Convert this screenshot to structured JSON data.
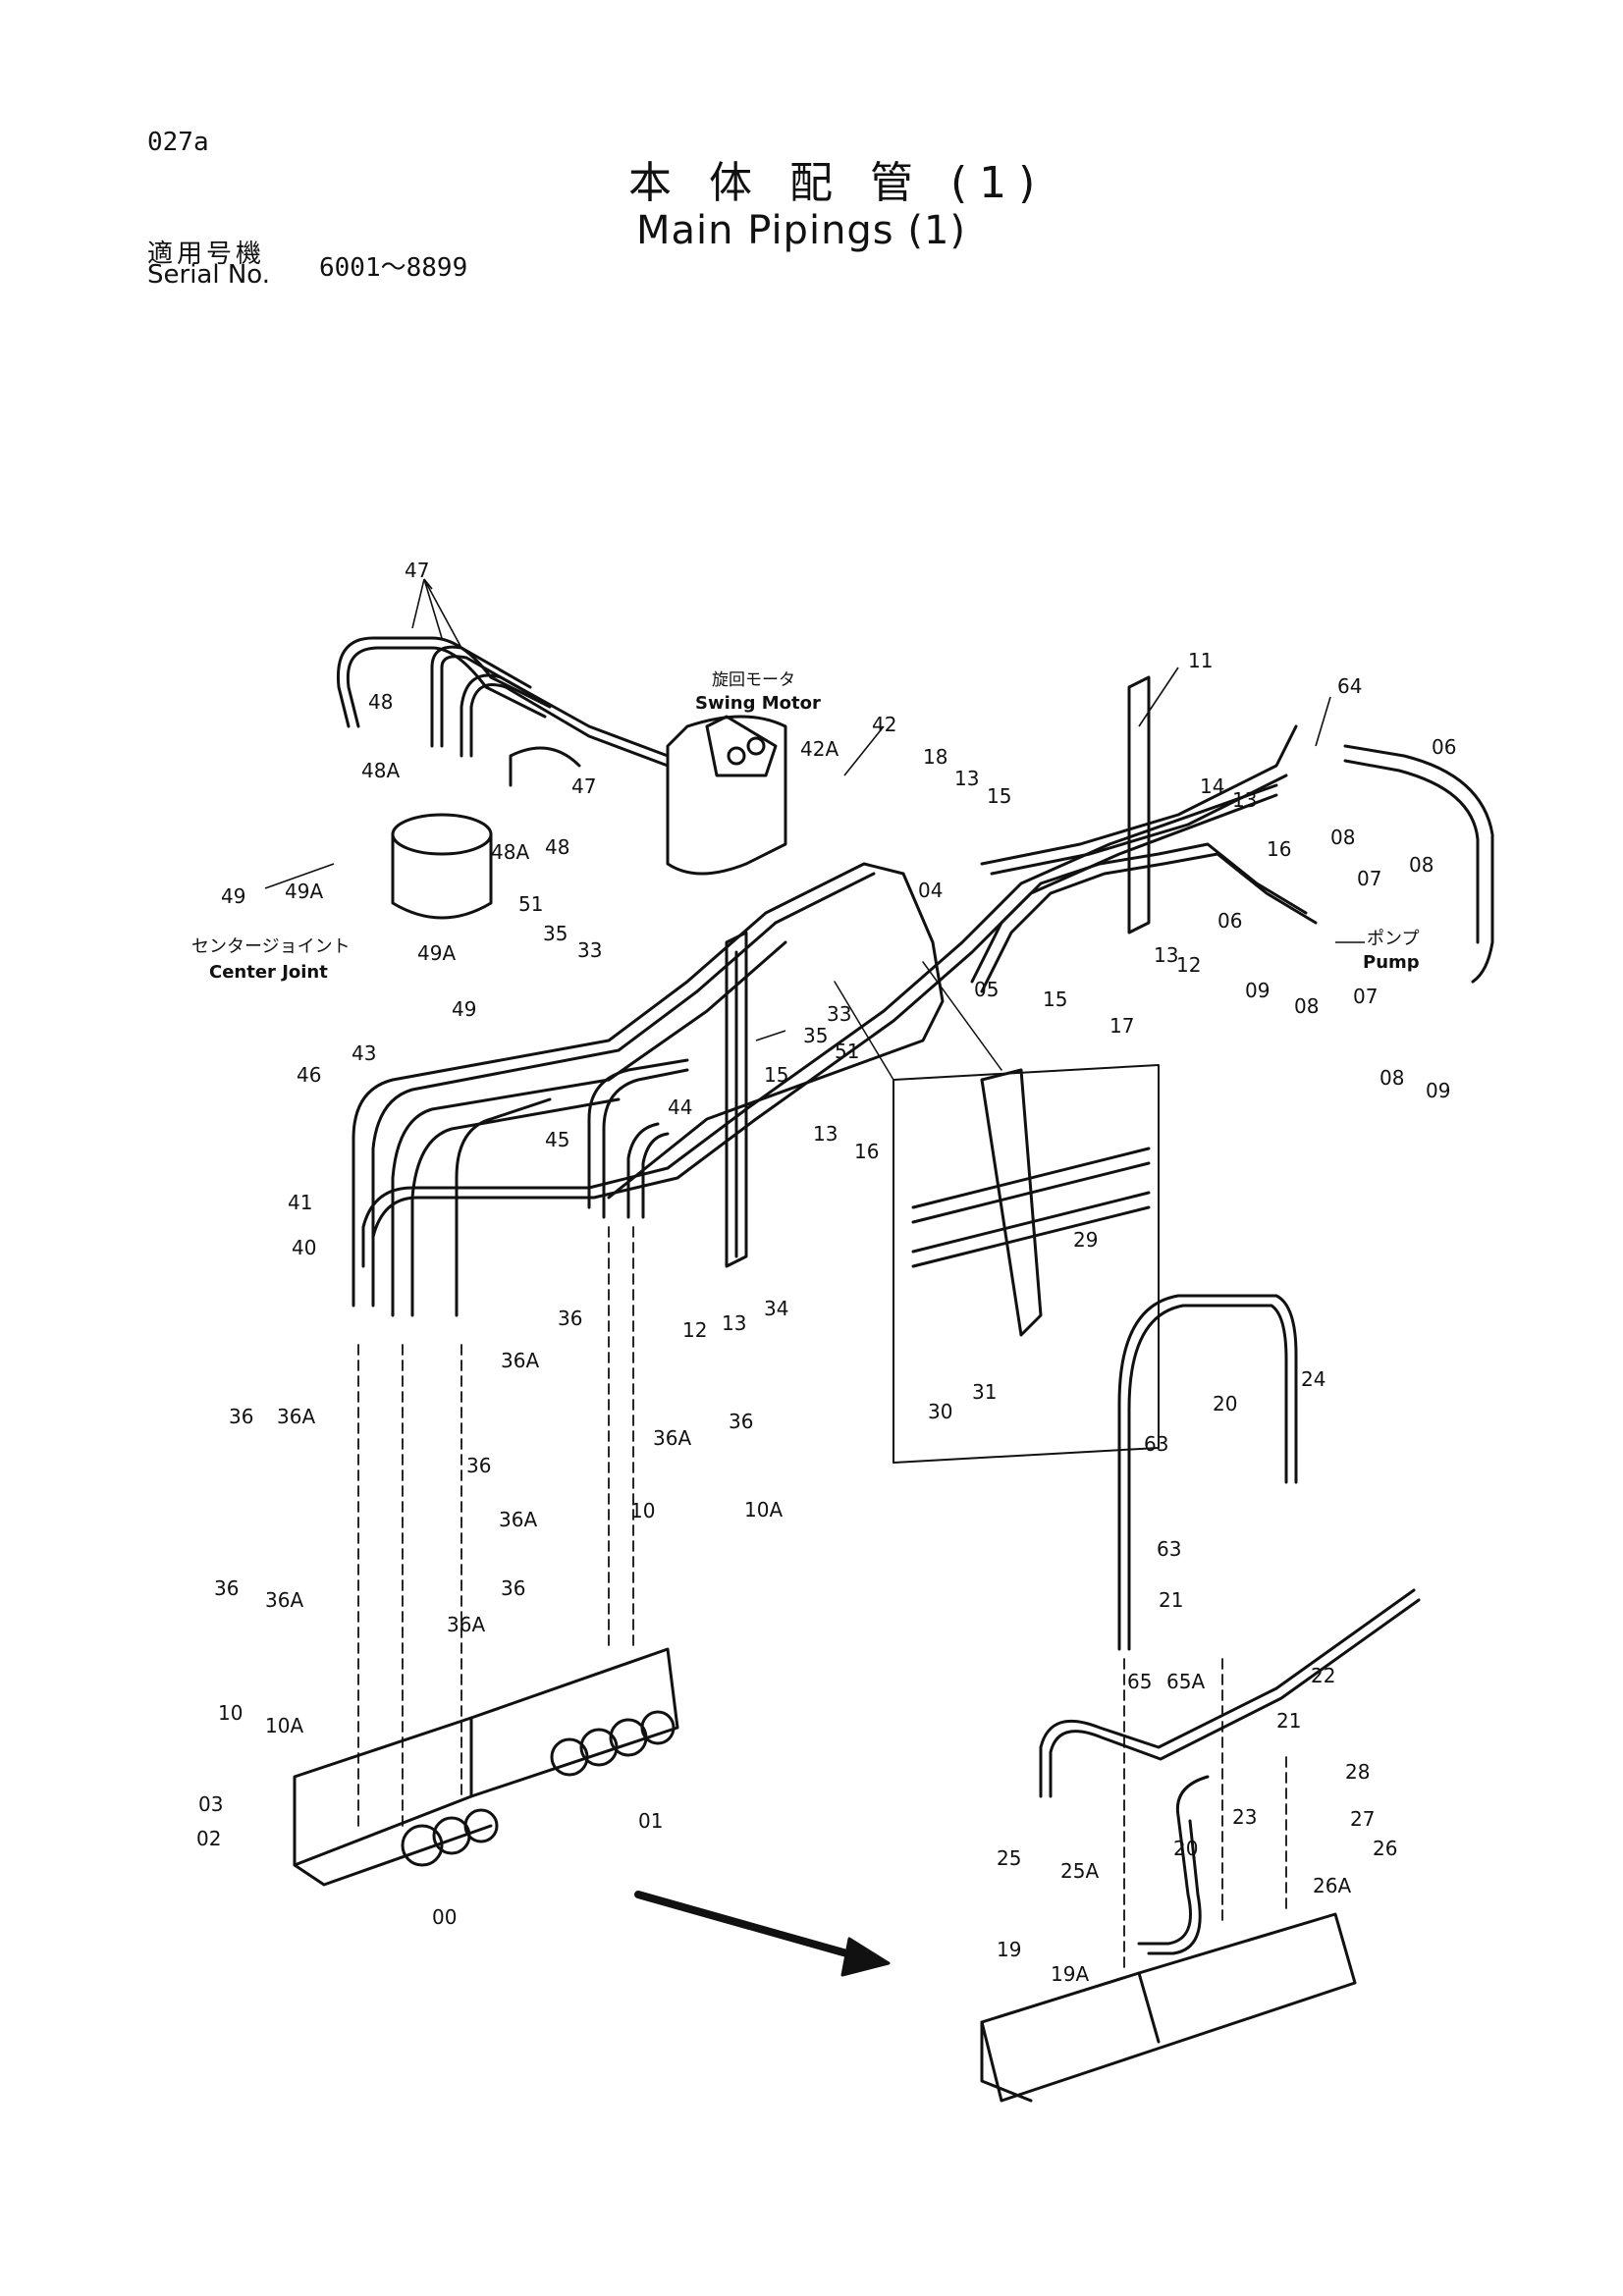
{
  "header": {
    "page_code": "027a",
    "title_jp": "本 体 配 管 (1)",
    "title_en": "Main Pipings (1)",
    "serial_label_jp": "適用号機",
    "serial_label_en": "Serial No.",
    "serial_range": "6001～8899"
  },
  "annotations": {
    "swing_motor_jp": "旋回モータ",
    "swing_motor_en": "Swing Motor",
    "center_joint_jp": "センタージョイント",
    "center_joint_en": "Center Joint",
    "pump_jp": "ポンプ",
    "pump_en": "Pump"
  },
  "callouts": [
    {
      "id": "c47",
      "text": "47"
    },
    {
      "id": "c48",
      "text": "48"
    },
    {
      "id": "c48A",
      "text": "48A"
    },
    {
      "id": "c48A2",
      "text": "48A"
    },
    {
      "id": "c48b",
      "text": "48"
    },
    {
      "id": "c47b",
      "text": "47"
    },
    {
      "id": "c49",
      "text": "49"
    },
    {
      "id": "c49A",
      "text": "49A"
    },
    {
      "id": "c49A2",
      "text": "49A"
    },
    {
      "id": "c49b",
      "text": "49"
    },
    {
      "id": "c51",
      "text": "51"
    },
    {
      "id": "c35",
      "text": "35"
    },
    {
      "id": "c33",
      "text": "33"
    },
    {
      "id": "c42A",
      "text": "42A"
    },
    {
      "id": "c42",
      "text": "42"
    },
    {
      "id": "c18",
      "text": "18"
    },
    {
      "id": "c13",
      "text": "13"
    },
    {
      "id": "c15",
      "text": "15"
    },
    {
      "id": "c04",
      "text": "04"
    },
    {
      "id": "c05",
      "text": "05"
    },
    {
      "id": "c15b",
      "text": "15"
    },
    {
      "id": "c17",
      "text": "17"
    },
    {
      "id": "c11",
      "text": "11"
    },
    {
      "id": "c14",
      "text": "14"
    },
    {
      "id": "c13b",
      "text": "13"
    },
    {
      "id": "c16",
      "text": "16"
    },
    {
      "id": "c13c",
      "text": "13"
    },
    {
      "id": "c12",
      "text": "12"
    },
    {
      "id": "c06",
      "text": "06"
    },
    {
      "id": "c64",
      "text": "64"
    },
    {
      "id": "c06b",
      "text": "06"
    },
    {
      "id": "c08",
      "text": "08"
    },
    {
      "id": "c07",
      "text": "07"
    },
    {
      "id": "c08b",
      "text": "08"
    },
    {
      "id": "c09",
      "text": "09"
    },
    {
      "id": "c08c",
      "text": "08"
    },
    {
      "id": "c07b",
      "text": "07"
    },
    {
      "id": "c08d",
      "text": "08"
    },
    {
      "id": "c09b",
      "text": "09"
    },
    {
      "id": "c33b",
      "text": "33"
    },
    {
      "id": "c35b",
      "text": "35"
    },
    {
      "id": "c51b",
      "text": "51"
    },
    {
      "id": "c15c",
      "text": "15"
    },
    {
      "id": "c13d",
      "text": "13"
    },
    {
      "id": "c16b",
      "text": "16"
    },
    {
      "id": "c44",
      "text": "44"
    },
    {
      "id": "c45",
      "text": "45"
    },
    {
      "id": "c43",
      "text": "43"
    },
    {
      "id": "c46",
      "text": "46"
    },
    {
      "id": "c41",
      "text": "41"
    },
    {
      "id": "c40",
      "text": "40"
    },
    {
      "id": "c12b",
      "text": "12"
    },
    {
      "id": "c13e",
      "text": "13"
    },
    {
      "id": "c34",
      "text": "34"
    },
    {
      "id": "c29",
      "text": "29"
    },
    {
      "id": "c30",
      "text": "30"
    },
    {
      "id": "c31",
      "text": "31"
    },
    {
      "id": "c36",
      "text": "36"
    },
    {
      "id": "c36A",
      "text": "36A"
    },
    {
      "id": "c36b",
      "text": "36"
    },
    {
      "id": "c36Ab",
      "text": "36A"
    },
    {
      "id": "c36Ac",
      "text": "36A"
    },
    {
      "id": "c36c",
      "text": "36"
    },
    {
      "id": "c36d",
      "text": "36"
    },
    {
      "id": "c36Ad",
      "text": "36A"
    },
    {
      "id": "c10",
      "text": "10"
    },
    {
      "id": "c10A",
      "text": "10A"
    },
    {
      "id": "c36e",
      "text": "36"
    },
    {
      "id": "c36Ae",
      "text": "36A"
    },
    {
      "id": "c36f",
      "text": "36"
    },
    {
      "id": "c36Af",
      "text": "36A"
    },
    {
      "id": "c10b",
      "text": "10"
    },
    {
      "id": "c10Ab",
      "text": "10A"
    },
    {
      "id": "c03",
      "text": "03"
    },
    {
      "id": "c02",
      "text": "02"
    },
    {
      "id": "c00",
      "text": "00"
    },
    {
      "id": "c01",
      "text": "01"
    },
    {
      "id": "c24",
      "text": "24"
    },
    {
      "id": "c20",
      "text": "20"
    },
    {
      "id": "c63",
      "text": "63"
    },
    {
      "id": "c63b",
      "text": "63"
    },
    {
      "id": "c21",
      "text": "21"
    },
    {
      "id": "c65",
      "text": "65"
    },
    {
      "id": "c65A",
      "text": "65A"
    },
    {
      "id": "c22",
      "text": "22"
    },
    {
      "id": "c21b",
      "text": "21"
    },
    {
      "id": "c28",
      "text": "28"
    },
    {
      "id": "c23",
      "text": "23"
    },
    {
      "id": "c27",
      "text": "27"
    },
    {
      "id": "c20b",
      "text": "20"
    },
    {
      "id": "c26",
      "text": "26"
    },
    {
      "id": "c26A",
      "text": "26A"
    },
    {
      "id": "c25",
      "text": "25"
    },
    {
      "id": "c25A",
      "text": "25A"
    },
    {
      "id": "c19",
      "text": "19"
    },
    {
      "id": "c19A",
      "text": "19A"
    }
  ]
}
